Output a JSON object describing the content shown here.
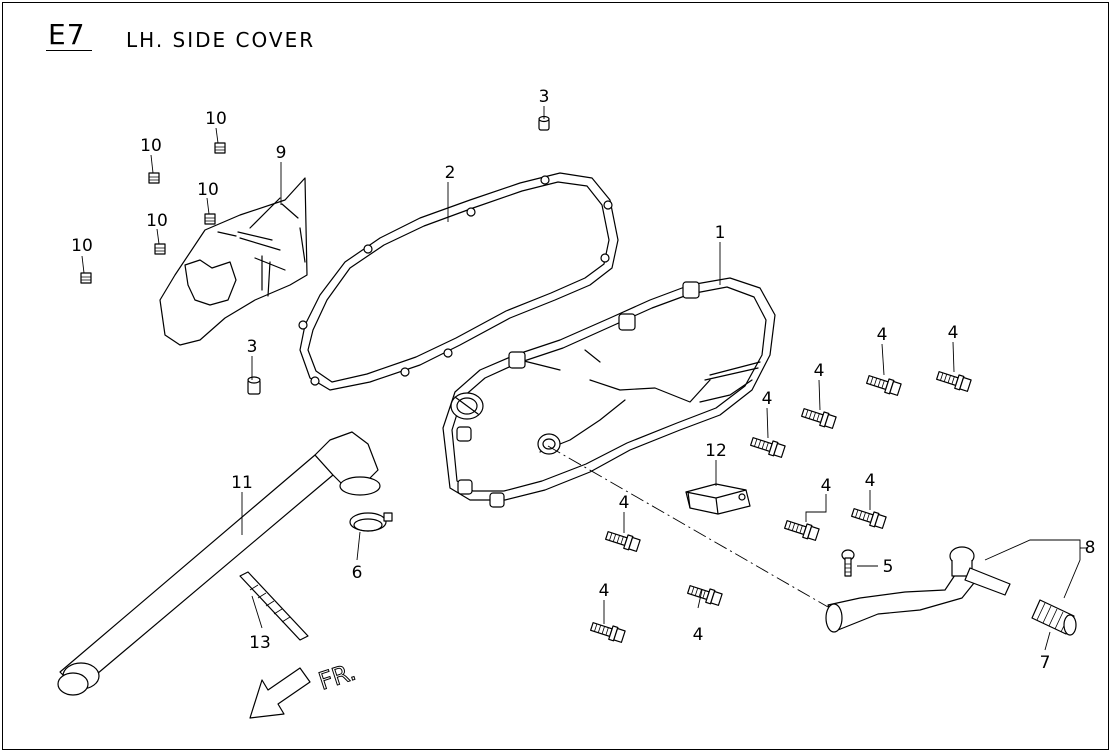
{
  "header": {
    "code": "E7",
    "title": "LH. SIDE COVER"
  },
  "direction_label": "FR.",
  "callouts": {
    "c1": "1",
    "c2": "2",
    "c3a": "3",
    "c3b": "3",
    "c4a": "4",
    "c4b": "4",
    "c4c": "4",
    "c4d": "4",
    "c4e": "4",
    "c4f": "4",
    "c4g": "4",
    "c4h": "4",
    "c4i": "4",
    "c5": "5",
    "c6": "6",
    "c7": "7",
    "c8": "8",
    "c9": "9",
    "c10a": "10",
    "c10b": "10",
    "c10c": "10",
    "c10d": "10",
    "c10e": "10",
    "c11": "11",
    "c12": "12",
    "c13": "13"
  }
}
